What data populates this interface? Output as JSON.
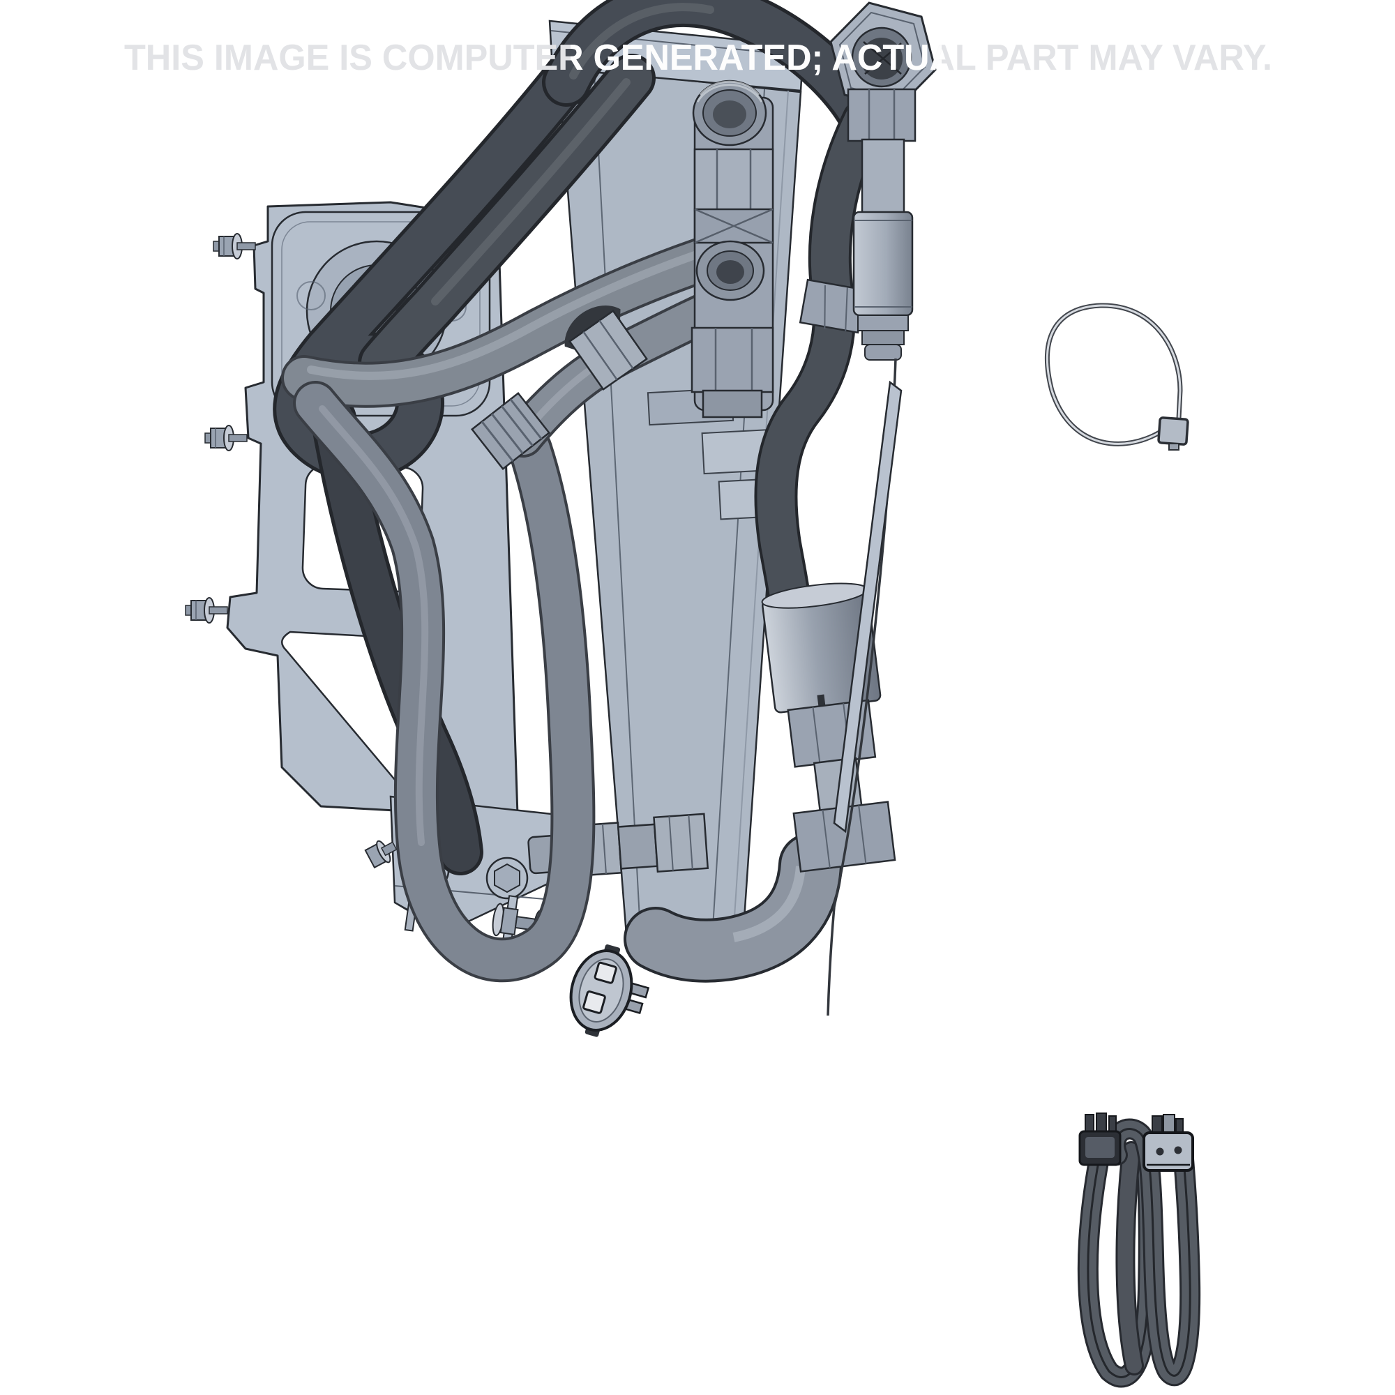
{
  "watermark": {
    "text": "THIS IMAGE IS COMPUTER GENERATED; ACTUAL PART MAY VARY.",
    "color": "#e2e3e6",
    "overlay_color": "#ffffff"
  },
  "parts": [
    {
      "name": "bracket-and-hose-assembly"
    },
    {
      "name": "cable-tie"
    },
    {
      "name": "two-pin-electrical-connector"
    },
    {
      "name": "coiled-wiring-harness"
    }
  ],
  "colors": {
    "background": "#ffffff",
    "plate": "#b5bfcc",
    "plate_light": "#c6cdd7",
    "fitting": "#9aa4b2",
    "fitting_dark": "#7c8694",
    "hose_dark": "#43484f",
    "hose_gray": "#828a95",
    "outline": "#272b31",
    "harness_cable": "#565c64"
  }
}
